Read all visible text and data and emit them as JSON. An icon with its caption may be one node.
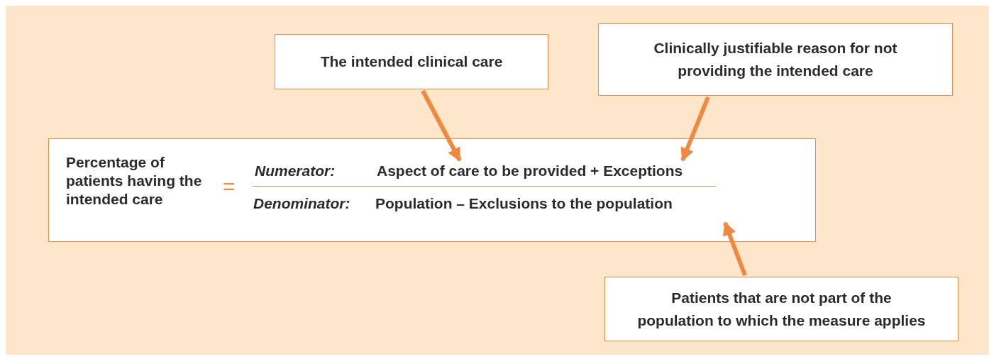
{
  "diagram": {
    "nodes": [
      {
        "text": [
          "The intended clinical care"
        ]
      },
      {
        "text": [
          "Clinically justifiable reason for not providing the intended care"
        ]
      },
      {
        "text": [],
        "shape": "box"
      },
      {
        "text": [
          "Percentage of patients having the intended care"
        ],
        "in": 2
      },
      {
        "text": [
          "="
        ],
        "in": 2
      },
      {
        "text": [
          "Numerator:"
        ],
        "in": 2
      },
      {
        "text": [
          "Aspect of care to be provided + Exceptions"
        ],
        "in": 2
      },
      {
        "text": [
          "Denominator:"
        ],
        "in": 2
      },
      {
        "text": [
          "Population – Exclusions to the population"
        ],
        "in": 2
      },
      {
        "text": [
          "Patients that are not part of the population to which the measure applies"
        ]
      }
    ],
    "edges": [
      {
        "from": 0,
        "to": 6,
        "arrow": "to"
      },
      {
        "from": 1,
        "to": 6,
        "arrow": "to"
      },
      {
        "from": 9,
        "to": 8,
        "arrow": "to"
      }
    ]
  }
}
